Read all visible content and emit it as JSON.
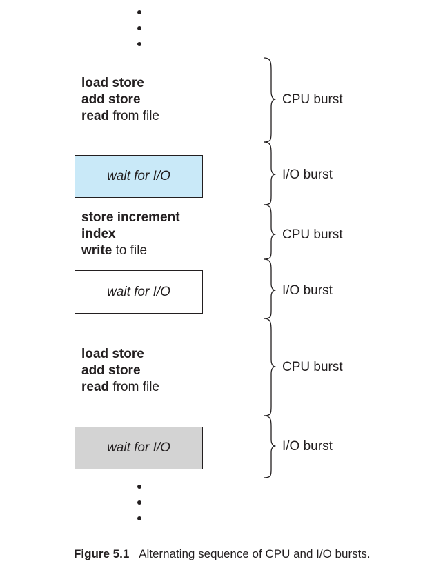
{
  "blocks": [
    {
      "kind": "cpu",
      "lines": [
        {
          "bold": "load store",
          "rest": ""
        },
        {
          "bold": "add store",
          "rest": ""
        },
        {
          "bold": "read",
          "rest": " from file"
        }
      ],
      "burst_label": "CPU burst"
    },
    {
      "kind": "io",
      "box_text": "wait for I/O",
      "fill": "#c9e9f8",
      "burst_label": "I/O burst"
    },
    {
      "kind": "cpu",
      "lines": [
        {
          "bold": "store increment",
          "rest": ""
        },
        {
          "bold": "index",
          "rest": ""
        },
        {
          "bold": "write",
          "rest": " to file"
        }
      ],
      "burst_label": "CPU burst"
    },
    {
      "kind": "io",
      "box_text": "wait for I/O",
      "fill": "#ffffff",
      "burst_label": "I/O burst"
    },
    {
      "kind": "cpu",
      "lines": [
        {
          "bold": "load store",
          "rest": ""
        },
        {
          "bold": "add store",
          "rest": ""
        },
        {
          "bold": "read",
          "rest": " from file"
        }
      ],
      "burst_label": "CPU burst"
    },
    {
      "kind": "io",
      "box_text": "wait for I/O",
      "fill": "#d3d3d3",
      "burst_label": "I/O burst"
    }
  ],
  "caption": {
    "figure": "Figure 5.1",
    "text": "Alternating sequence of CPU and I/O bursts."
  }
}
